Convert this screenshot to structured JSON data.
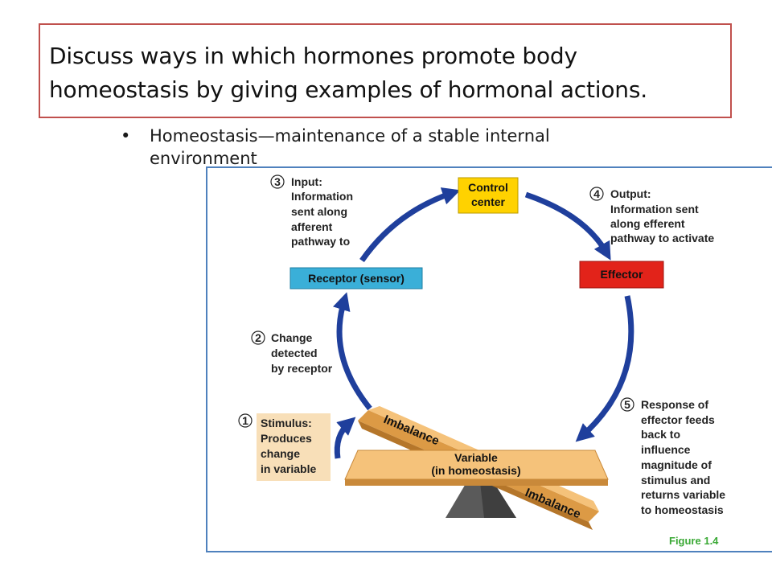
{
  "slide": {
    "title_line1": "Discuss ways in which hormones promote body",
    "title_line2": "homeostasis by giving examples of hormonal actions.",
    "bullet_line1": "Homeostasis—maintenance  of a stable internal",
    "bullet_line2": "environment"
  },
  "figure": {
    "caption": "Figure 1.4",
    "control_center": [
      "Control",
      "center"
    ],
    "receptor": "Receptor (sensor)",
    "effector": "Effector",
    "variable": [
      "Variable",
      "(in homeostasis)"
    ],
    "imbalance_top": "Imbalance",
    "imbalance_bottom": "Imbalance",
    "step1": {
      "num": "1",
      "lines": [
        "Stimulus:",
        "Produces",
        "change",
        "in variable"
      ]
    },
    "step2": {
      "num": "2",
      "lines": [
        "Change",
        "detected",
        "by receptor"
      ]
    },
    "step3": {
      "num": "3",
      "lines": [
        "Input:",
        "Information",
        "sent along",
        "afferent",
        "pathway to"
      ]
    },
    "step4": {
      "num": "4",
      "lines": [
        "Output:",
        "Information sent",
        "along efferent",
        "pathway to activate"
      ]
    },
    "step5": {
      "num": "5",
      "lines": [
        "Response of",
        "effector feeds",
        "back to",
        "influence",
        "magnitude of",
        "stimulus and",
        "returns variable",
        "to homeostasis"
      ]
    },
    "colors": {
      "arrow": "#1f3f9c",
      "control_center": "#ffd200",
      "receptor": "#3aafd8",
      "effector": "#e2231a",
      "plank": "#f5c27a",
      "stimulus_bg": "#f8dfb8",
      "caption": "#3aa935"
    }
  }
}
